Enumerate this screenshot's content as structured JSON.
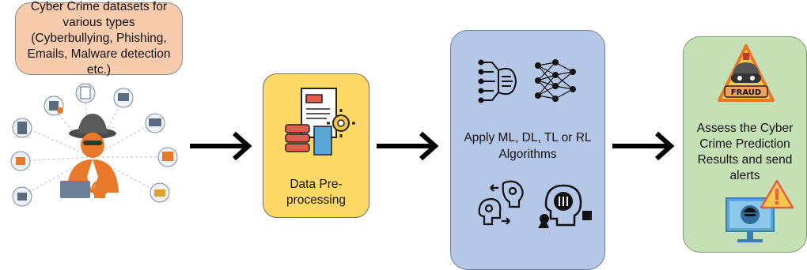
{
  "dataset_box": {
    "text": "Cyber Crime datasets for various types (Cyberbullying, Phishing, Emails, Malware detection etc.)"
  },
  "preprocessing_box": {
    "text": "Data Pre-processing"
  },
  "algorithms_box": {
    "text": "Apply ML, DL, TL or RL Algorithms"
  },
  "results_box": {
    "text": "Assess the Cyber Crime Prediction Results and send alerts",
    "fraud_sign": "FRAUD"
  },
  "colors": {
    "dataset": "#f8cbad",
    "preprocessing": "#ffd966",
    "algorithms": "#b4c7e7",
    "results": "#c5e0b4",
    "accent": "#e8782a",
    "arrow": "#000000"
  }
}
